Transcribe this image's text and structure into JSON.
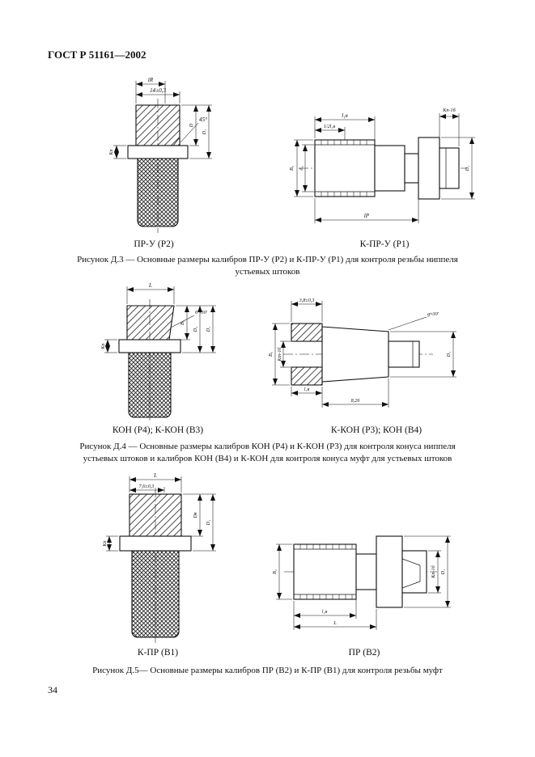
{
  "page": {
    "header": "ГОСТ Р 51161—2002",
    "page_number": "34"
  },
  "fig_d3": {
    "left_label": "ПР-У (Р2)",
    "right_label": "К-ПР-У (Р1)",
    "caption_line1": "Рисунок Д.3 — Основные размеры калибров ПР-У (Р2) и К-ПР-У (Р1) для контроля резьбы ниппеля",
    "caption_line2": "устьевых штоков",
    "left": {
      "dim_lr": "lR",
      "dim_tol": "14±0,3",
      "dim_angle": "45°",
      "dim_kp": "Kп",
      "dim_d": "D",
      "dim_d1": "D₁"
    },
    "right": {
      "dim_l1v": "l₁в",
      "dim_half_l1v": "1/2l₁в",
      "dim_kp1b": "Kп-1б",
      "dim_b5": "В₅",
      "dim_d5": "д₅",
      "dim_lp": "lР",
      "dim_d1": "D₁"
    }
  },
  "fig_d4": {
    "left_label": "КОН (Р4); К-КОН (В3)",
    "right_label": "К-КОН (Р3); КОН (В4)",
    "caption_line1": "Рисунок Д.4 — Основные размеры калибров КОН (Р4) и К-КОН (Р3) для контроля  конуса ниппеля",
    "caption_line2": "устьевых штоков и калибров КОН (В4) и К-КОН для контроля конуса муфт для устьевых штоков",
    "left": {
      "dim_l": "L",
      "dim_angle": "6°-30'",
      "dim_kp": "Kп",
      "dim_b5": "В₅",
      "dim_d2": "D₂",
      "dim_d1": "D₁"
    },
    "right": {
      "dim_38": "3,8±0,3",
      "dim_angle": "g≈30'",
      "dim_b5": "В₅",
      "dim_kt1b": "Kт-1б",
      "dim_l1v": "l₁в",
      "dim_826": "8,26",
      "dim_d1": "D₁"
    }
  },
  "fig_d5": {
    "left_label": "К-ПР (В1)",
    "right_label": "ПР (В2)",
    "caption": "Рисунок Д.5— Основные размеры калибров ПР (В2) и К-ПР (В1) для контроля резьбы муфт",
    "left": {
      "dim_l": "L",
      "dim_tol": "7,6±0,3",
      "dim_kp": "Kп",
      "dim_dv": "Dв",
      "dim_d1": "D₁"
    },
    "right": {
      "dim_b2": "В₂",
      "dim_kp1b": "Kп-1б",
      "dim_d1": "D₁",
      "dim_l1v": "l₁в",
      "dim_l": "L"
    }
  }
}
